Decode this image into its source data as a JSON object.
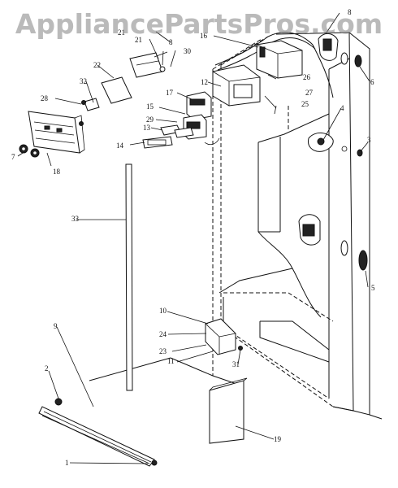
{
  "watermark": "AppliancePartsPros.com",
  "callouts": [
    {
      "id": "1",
      "label": "1"
    },
    {
      "id": "2",
      "label": "2"
    },
    {
      "id": "3",
      "label": "3"
    },
    {
      "id": "4",
      "label": "4"
    },
    {
      "id": "5",
      "label": "5"
    },
    {
      "id": "6",
      "label": "6"
    },
    {
      "id": "7",
      "label": "7"
    },
    {
      "id": "8a",
      "label": "8"
    },
    {
      "id": "8b",
      "label": "8"
    },
    {
      "id": "9",
      "label": "9"
    },
    {
      "id": "10",
      "label": "10"
    },
    {
      "id": "11",
      "label": "11"
    },
    {
      "id": "12",
      "label": "12"
    },
    {
      "id": "13",
      "label": "13"
    },
    {
      "id": "14",
      "label": "14"
    },
    {
      "id": "15",
      "label": "15"
    },
    {
      "id": "16",
      "label": "16"
    },
    {
      "id": "17",
      "label": "17"
    },
    {
      "id": "18",
      "label": "18"
    },
    {
      "id": "19",
      "label": "19"
    },
    {
      "id": "21a",
      "label": "21"
    },
    {
      "id": "21b",
      "label": "21"
    },
    {
      "id": "22",
      "label": "22"
    },
    {
      "id": "23",
      "label": "23"
    },
    {
      "id": "24",
      "label": "24"
    },
    {
      "id": "25",
      "label": "25"
    },
    {
      "id": "26",
      "label": "26"
    },
    {
      "id": "27",
      "label": "27"
    },
    {
      "id": "28",
      "label": "28"
    },
    {
      "id": "29",
      "label": "29"
    },
    {
      "id": "30",
      "label": "30"
    },
    {
      "id": "31",
      "label": "31"
    },
    {
      "id": "32",
      "label": "32"
    },
    {
      "id": "33",
      "label": "33"
    }
  ]
}
